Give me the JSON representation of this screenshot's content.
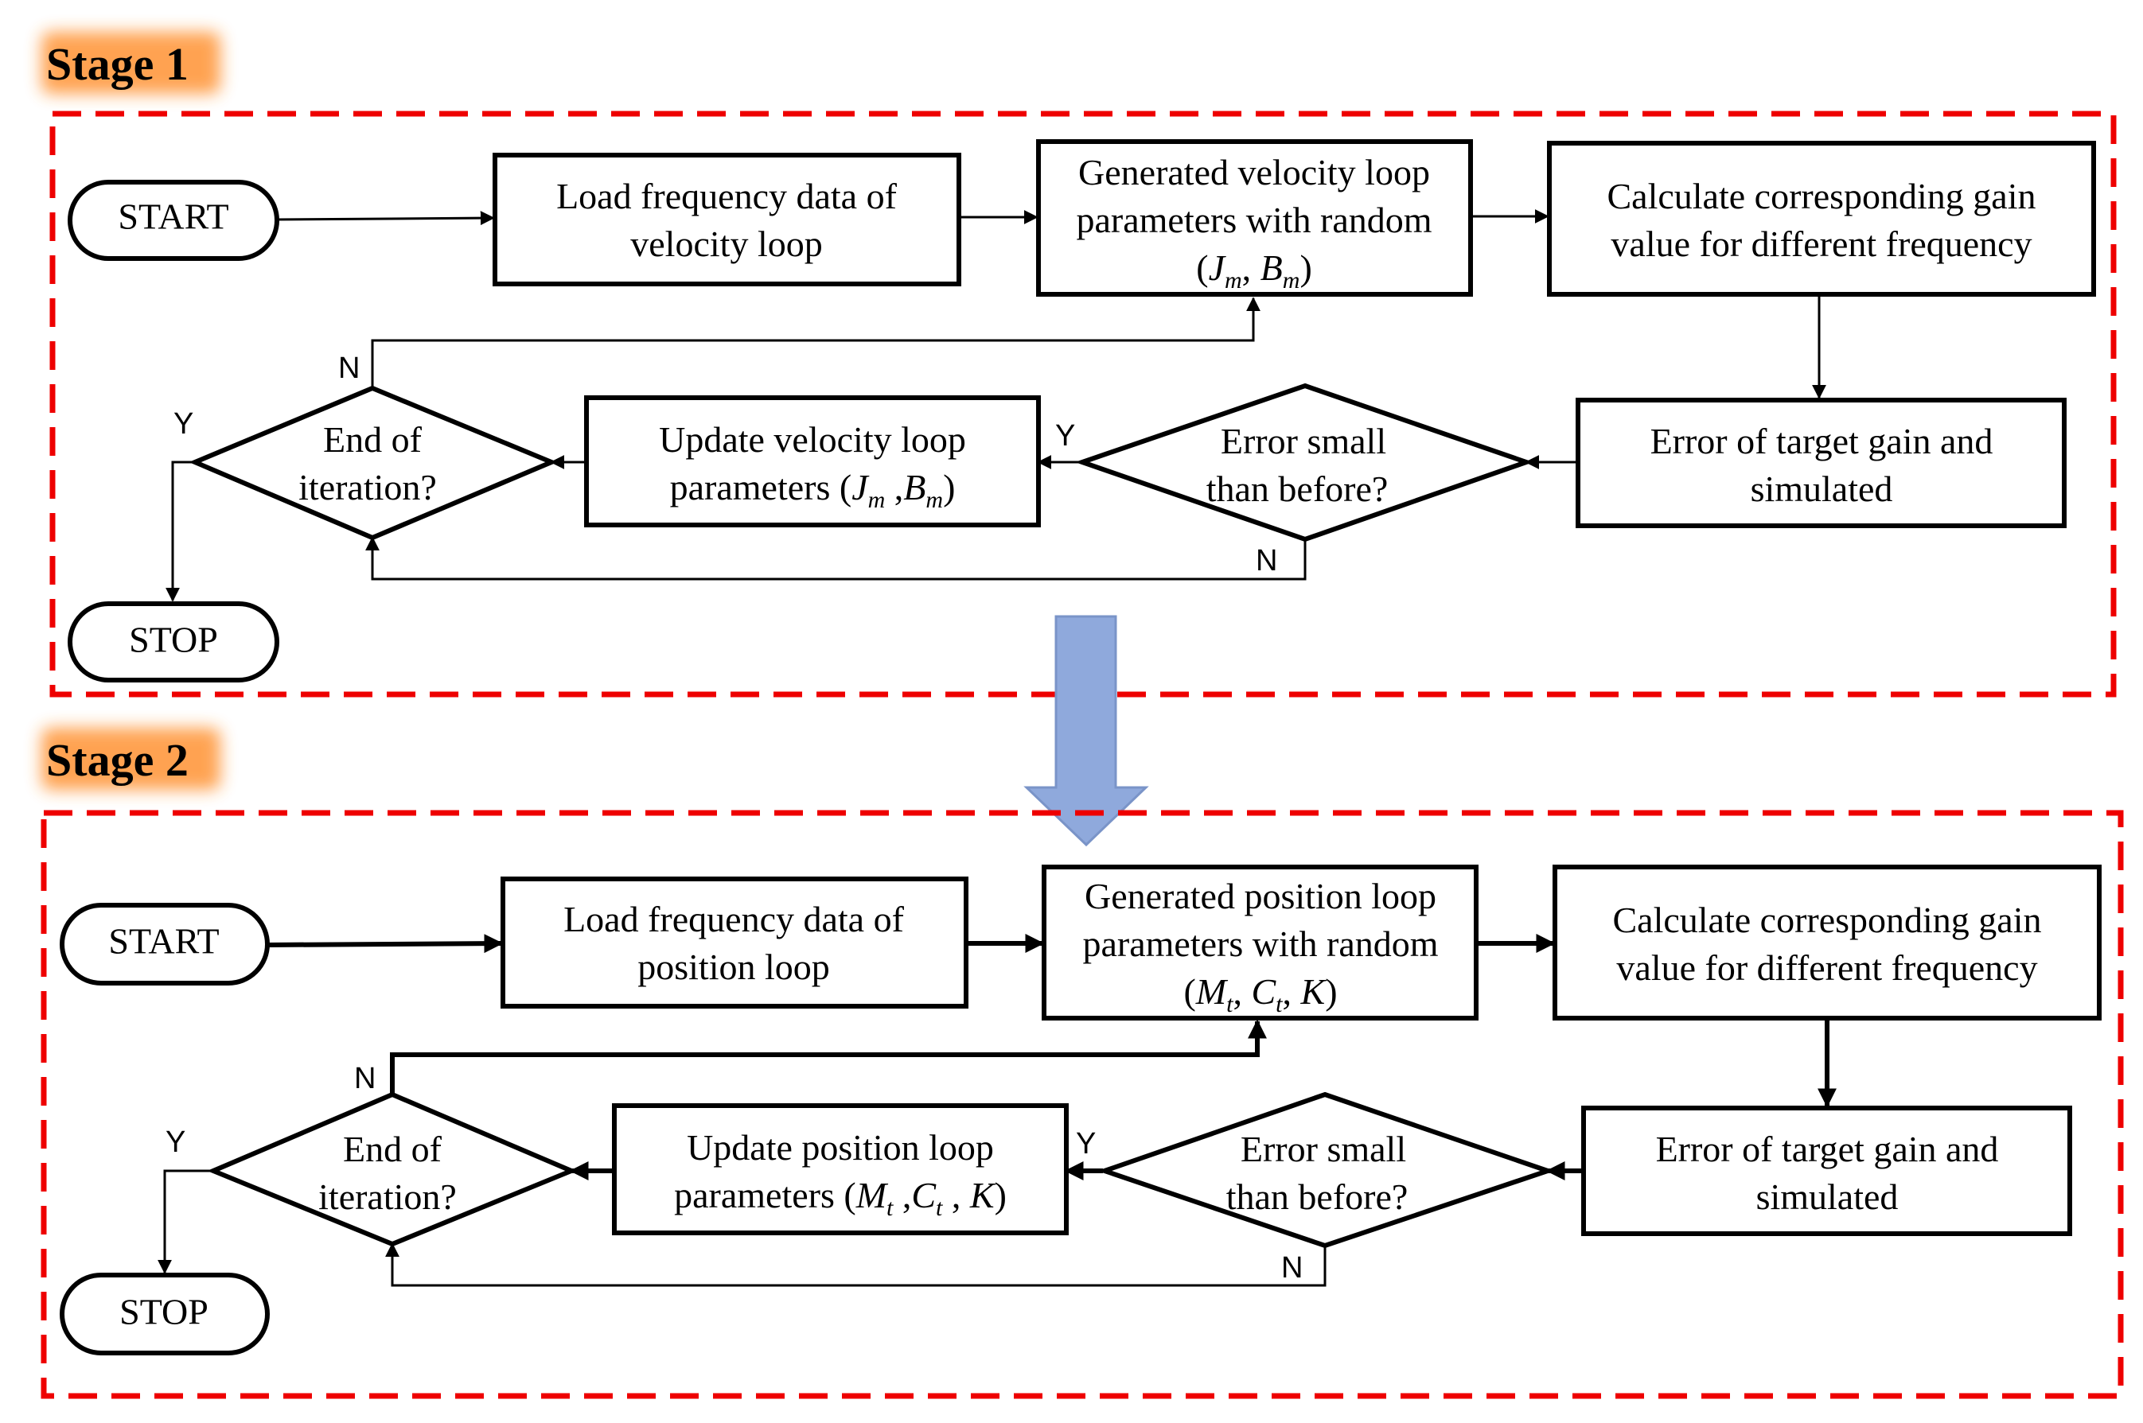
{
  "colors": {
    "frame": "#ee0000",
    "stage_highlight": "#ff8c26",
    "transition_arrow": "#8fa9dc"
  },
  "stage1": {
    "label": "Stage 1",
    "start": "START",
    "stop": "STOP",
    "load": [
      "Load frequency data of",
      "velocity loop"
    ],
    "generate": [
      "Generated velocity loop",
      "parameters with random"
    ],
    "generate_params": {
      "open": "(",
      "p1": "J",
      "p1_sub": "m",
      "sep": ", ",
      "p2": "B",
      "p2_sub": "m",
      "close": ")"
    },
    "calculate": [
      "Calculate corresponding gain",
      "value for different frequency"
    ],
    "error": [
      "Error of target gain and",
      "simulated"
    ],
    "decision_error": [
      "Error small",
      "than before?"
    ],
    "update_line1": "Update velocity loop",
    "update_params": {
      "prefix": "parameters (",
      "p1": "J",
      "p1_sub": "m",
      "sep": " ,",
      "p2": "B",
      "p2_sub": "m",
      "close": ")"
    },
    "decision_end": [
      "End of",
      "iteration?"
    ],
    "yes": "Y",
    "no": "N"
  },
  "stage2": {
    "label": "Stage 2",
    "start": "START",
    "stop": "STOP",
    "load": [
      "Load frequency data of",
      "position loop"
    ],
    "generate": [
      "Generated position loop",
      "parameters with random"
    ],
    "generate_params": {
      "open": "(",
      "p1": "M",
      "p1_sub": "t",
      "sep1": ", ",
      "p2": "C",
      "p2_sub": "t",
      "sep2": ", ",
      "p3": "K",
      "close": ")"
    },
    "calculate": [
      "Calculate corresponding gain",
      "value for different frequency"
    ],
    "error": [
      "Error of target gain and",
      "simulated"
    ],
    "decision_error": [
      "Error small",
      "than before?"
    ],
    "update_line1": "Update position loop",
    "update_params": {
      "prefix": "parameters (",
      "p1": "M",
      "p1_sub": "t",
      "sep1": " ,",
      "p2": "C",
      "p2_sub": "t",
      "sep2": " , ",
      "p3": "K",
      "close": ")"
    },
    "decision_end": [
      "End of",
      "iteration?"
    ],
    "yes": "Y",
    "no": "N"
  }
}
